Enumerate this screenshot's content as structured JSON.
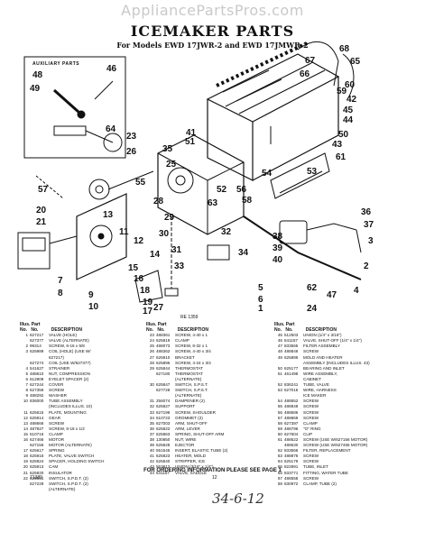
{
  "watermark": "AppliancePartsPros.com",
  "title": "ICEMAKER PARTS",
  "subtitle": "For Models EWD 17JWR-2 and EWD 17JMWR-2",
  "aux_label": "AUXILIARY PARTS",
  "diagram_revision": "RE 1359",
  "callouts": [
    "48",
    "49",
    "46",
    "64",
    "68",
    "67",
    "66",
    "65",
    "60",
    "59",
    "42",
    "45",
    "44",
    "50",
    "51",
    "43",
    "41",
    "23",
    "26",
    "61",
    "53",
    "35",
    "25",
    "57",
    "55",
    "52",
    "63",
    "56",
    "54",
    "58",
    "20",
    "21",
    "28",
    "29",
    "30",
    "13",
    "11",
    "12",
    "14",
    "15",
    "16",
    "18",
    "19",
    "31",
    "33",
    "32",
    "34",
    "3",
    "36",
    "37",
    "38",
    "39",
    "40",
    "2",
    "7",
    "8",
    "17",
    "22",
    "5",
    "6",
    "62",
    "1",
    "24",
    "47",
    "4",
    "27",
    "9",
    "10"
  ],
  "columns": [
    {
      "header": {
        "illus": "Illus. Part",
        "no": "No.",
        "partno": "No.",
        "desc": "DESCRIPTION"
      },
      "rows": [
        [
          "1",
          "627217",
          "VALVE (HOLE)"
        ],
        [
          "",
          "627377",
          "VALVE (ALTERNATE)"
        ],
        [
          "2",
          "99314",
          "SCREW, 8-16 x 5/8"
        ],
        [
          "3",
          "625989",
          "COIL (HOLE) (USE W/"
        ],
        [
          "",
          "",
          "627217)"
        ],
        [
          "",
          "627274",
          "COIL (USE W/627377)"
        ],
        [
          "4",
          "541627",
          "STRAINER"
        ],
        [
          "5",
          "488610",
          "NUT, COMPRESSION"
        ],
        [
          "6",
          "612909",
          "EYELET SPACER (2)"
        ],
        [
          "7",
          "627244",
          "COVER"
        ],
        [
          "8",
          "627359",
          "SCREW"
        ],
        [
          "9",
          "488292",
          "WASHER"
        ],
        [
          "10",
          "836000",
          "TUBE ASSEMBLY"
        ],
        [
          "",
          "",
          "(INCLUDES ILLUS. 10)"
        ],
        [
          "11",
          "625615",
          "PLATE, MOUNTING"
        ],
        [
          "12",
          "625914",
          "GEAR"
        ],
        [
          "13",
          "488666",
          "SCREW"
        ],
        [
          "14",
          "487927",
          "SCREW, 8-18 x 1/2"
        ],
        [
          "15",
          "510716",
          "CLAMP"
        ],
        [
          "16",
          "627466",
          "MOTOR"
        ],
        [
          "",
          "627156",
          "MOTOR (ALTERNATE)"
        ],
        [
          "17",
          "625617",
          "SPRING"
        ],
        [
          "18",
          "625916",
          "PLATE, VALVE SWITCH"
        ],
        [
          "19",
          "625924",
          "SPACER, HOLDING SWITCH"
        ],
        [
          "20",
          "625913",
          "CAM"
        ],
        [
          "21",
          "625920",
          "INSULATOR"
        ],
        [
          "22",
          "625651",
          "SWITCH, S.P.D.T. (2)"
        ],
        [
          "",
          "627229",
          "SWITCH, S.P.D.T. (2)"
        ],
        [
          "",
          "",
          "(ALTERNATE)"
        ]
      ]
    },
    {
      "header": {
        "illus": "Illus. Part",
        "no": "No.",
        "partno": "No.",
        "desc": "DESCRIPTION"
      },
      "rows": [
        [
          "23",
          "488361",
          "SCREW, 4-40 x 1"
        ],
        [
          "24",
          "625819",
          "CLAMP"
        ],
        [
          "25",
          "488073",
          "SCREW, 8-32 x 1"
        ],
        [
          "26",
          "488362",
          "SCREW, 4-40 x 3/4"
        ],
        [
          "27",
          "625910",
          "BRACKET"
        ],
        [
          "28",
          "625896",
          "SCREW, 4-24 x 3/4"
        ],
        [
          "29",
          "625844",
          "THERMOSTAT"
        ],
        [
          "",
          "627180",
          "THERMOSTAT"
        ],
        [
          "",
          "",
          "(ALTERNATE)"
        ],
        [
          "30",
          "625847",
          "SWITCH, S.P.S.T."
        ],
        [
          "",
          "627728",
          "SWITCH, S.P.S.T."
        ],
        [
          "",
          "",
          "(ALTERNATE)"
        ],
        [
          "31",
          "256074",
          "DAMPENER (2)"
        ],
        [
          "32",
          "625827",
          "SUPPORT"
        ],
        [
          "33",
          "627196",
          "SCREW, SHOULDER"
        ],
        [
          "34",
          "510723",
          "GROMMET (2)"
        ],
        [
          "35",
          "627003",
          "ARM, SHUT-OFF"
        ],
        [
          "36",
          "625822",
          "ARM, LEVER"
        ],
        [
          "37",
          "625863",
          "SPRING, SHUT-OFF ARM"
        ],
        [
          "38",
          "130850",
          "NUT, WIRE"
        ],
        [
          "39",
          "625828",
          "EJECTOR"
        ],
        [
          "40",
          "551545",
          "INSERT, ELASTIC TUBE (2)"
        ],
        [
          "41",
          "625823",
          "HEATER, MOLD"
        ],
        [
          "42",
          "625840",
          "STRIPPER, ICE"
        ],
        [
          "43",
          "553812",
          "UNION (3/16\" x 1/4\")"
        ],
        [
          "44",
          "541157",
          "VALVE, SADDLE"
        ]
      ]
    },
    {
      "header": {
        "illus": "Illus. Part",
        "no": "No.",
        "partno": "No.",
        "desc": "DESCRIPTION"
      },
      "rows": [
        [
          "45",
          "512503",
          "UNION (1/4\" x 3/16\")"
        ],
        [
          "46",
          "541157",
          "VALVE, SHUT-OFF (1/4\" x 1/4\")"
        ],
        [
          "47",
          "833565",
          "FILTER ASSEMBLY"
        ],
        [
          "48",
          "488846",
          "SCREW"
        ],
        [
          "49",
          "625896",
          "MOLD AND HEATER"
        ],
        [
          "",
          "",
          "ASSEMBLY (INCLUDES ILLUS. 43)"
        ],
        [
          "50",
          "625177",
          "BEARING AND INLET"
        ],
        [
          "51",
          "461498",
          "WIRE ASSEMBLY,"
        ],
        [
          "",
          "",
          "CABINET"
        ],
        [
          "52",
          "836241",
          "TUBE, VALVE"
        ],
        [
          "53",
          "627016",
          "WIRE, HARNESS"
        ],
        [
          "",
          "",
          "ICE MAKER"
        ],
        [
          "54",
          "488552",
          "SCREW"
        ],
        [
          "55",
          "488848",
          "SCREW"
        ],
        [
          "56",
          "488686",
          "SCREW"
        ],
        [
          "57",
          "488869",
          "SCREW"
        ],
        [
          "58",
          "627397",
          "CLAMP"
        ],
        [
          "59",
          "488796",
          "\"O\" RING"
        ],
        [
          "60",
          "627604",
          "CLIP"
        ],
        [
          "61",
          "488622",
          "SCREW (USE W/627156 MOTOR)"
        ],
        [
          "",
          "488630",
          "SCREW (USE W/627466 MOTOR)"
        ],
        [
          "62",
          "833566",
          "FILTER, REPLACEMENT"
        ],
        [
          "63",
          "488876",
          "SCREW"
        ],
        [
          "64",
          "625179",
          "SCREW"
        ],
        [
          "65",
          "822891",
          "TUBE, INLET"
        ],
        [
          "66",
          "833771",
          "FITTING, WATER TUBE"
        ],
        [
          "67",
          "488558",
          "SCREW"
        ],
        [
          "68",
          "830972",
          "CLAMP, TUBE (2)"
        ]
      ]
    }
  ],
  "footer_note": "FOR ORDERING INFORMATION PLEASE SEE PAGE 1",
  "page_id": "71389",
  "page_number": "12",
  "handwritten_note": "34-6-12"
}
